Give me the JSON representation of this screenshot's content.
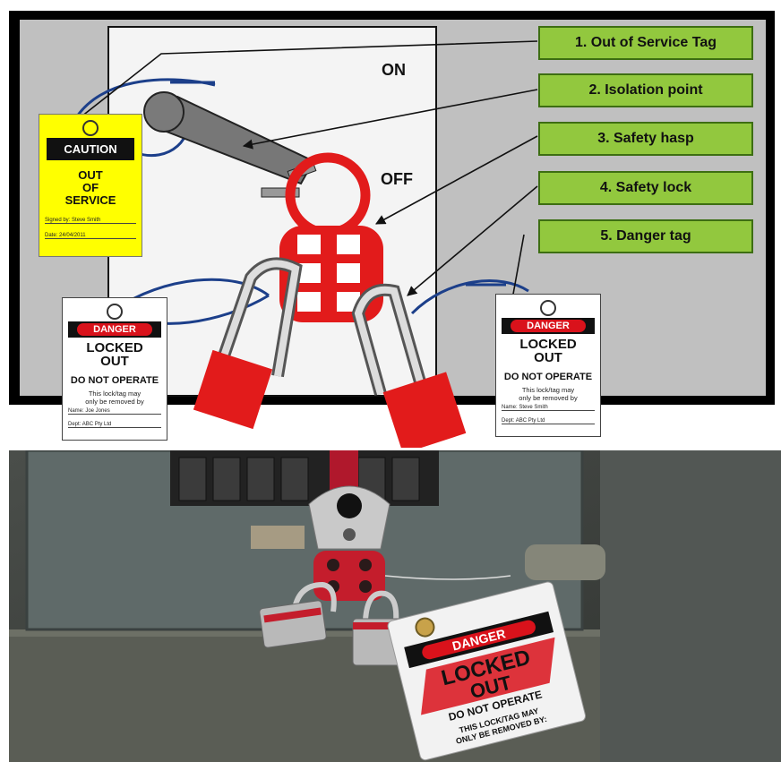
{
  "labels": [
    "1. Out of Service Tag",
    "2. Isolation point",
    "3. Safety hasp",
    "4. Safety lock",
    "5. Danger tag"
  ],
  "switch": {
    "on": "ON",
    "off": "OFF"
  },
  "caution_tag": {
    "header": "CAUTION",
    "line1": "OUT",
    "line2": "OF",
    "line3": "SERVICE",
    "signed_label": "Signed by:",
    "signed_value": "Steve Smith",
    "date_label": "Date:",
    "date_value": "24/04/2011"
  },
  "danger_tag_left": {
    "header": "DANGER",
    "line1": "LOCKED",
    "line2": "OUT",
    "do_not": "DO NOT OPERATE",
    "note1": "This lock/tag may",
    "note2": "only be removed by",
    "name_label": "Name:",
    "name_value": "Joe Jones",
    "dept_label": "Dept:",
    "dept_value": "ABC Pty Ltd"
  },
  "danger_tag_right": {
    "header": "DANGER",
    "line1": "LOCKED",
    "line2": "OUT",
    "do_not": "DO NOT OPERATE",
    "note1": "This lock/tag may",
    "note2": "only be removed by",
    "name_label": "Name:",
    "name_value": "Steve Smith",
    "dept_label": "Dept:",
    "dept_value": "ABC Pty Ltd"
  },
  "photo_tag": {
    "header": "DANGER",
    "line1": "LOCKED",
    "line2": "OUT",
    "do_not": "DO NOT OPERATE",
    "note1": "THIS LOCK/TAG MAY",
    "note2": "ONLY BE REMOVED BY:"
  },
  "colors": {
    "label_fill": "#92c83e",
    "lock_red": "#e21b1b",
    "caution_yellow": "#ffff00",
    "danger_red": "#d9121b"
  }
}
